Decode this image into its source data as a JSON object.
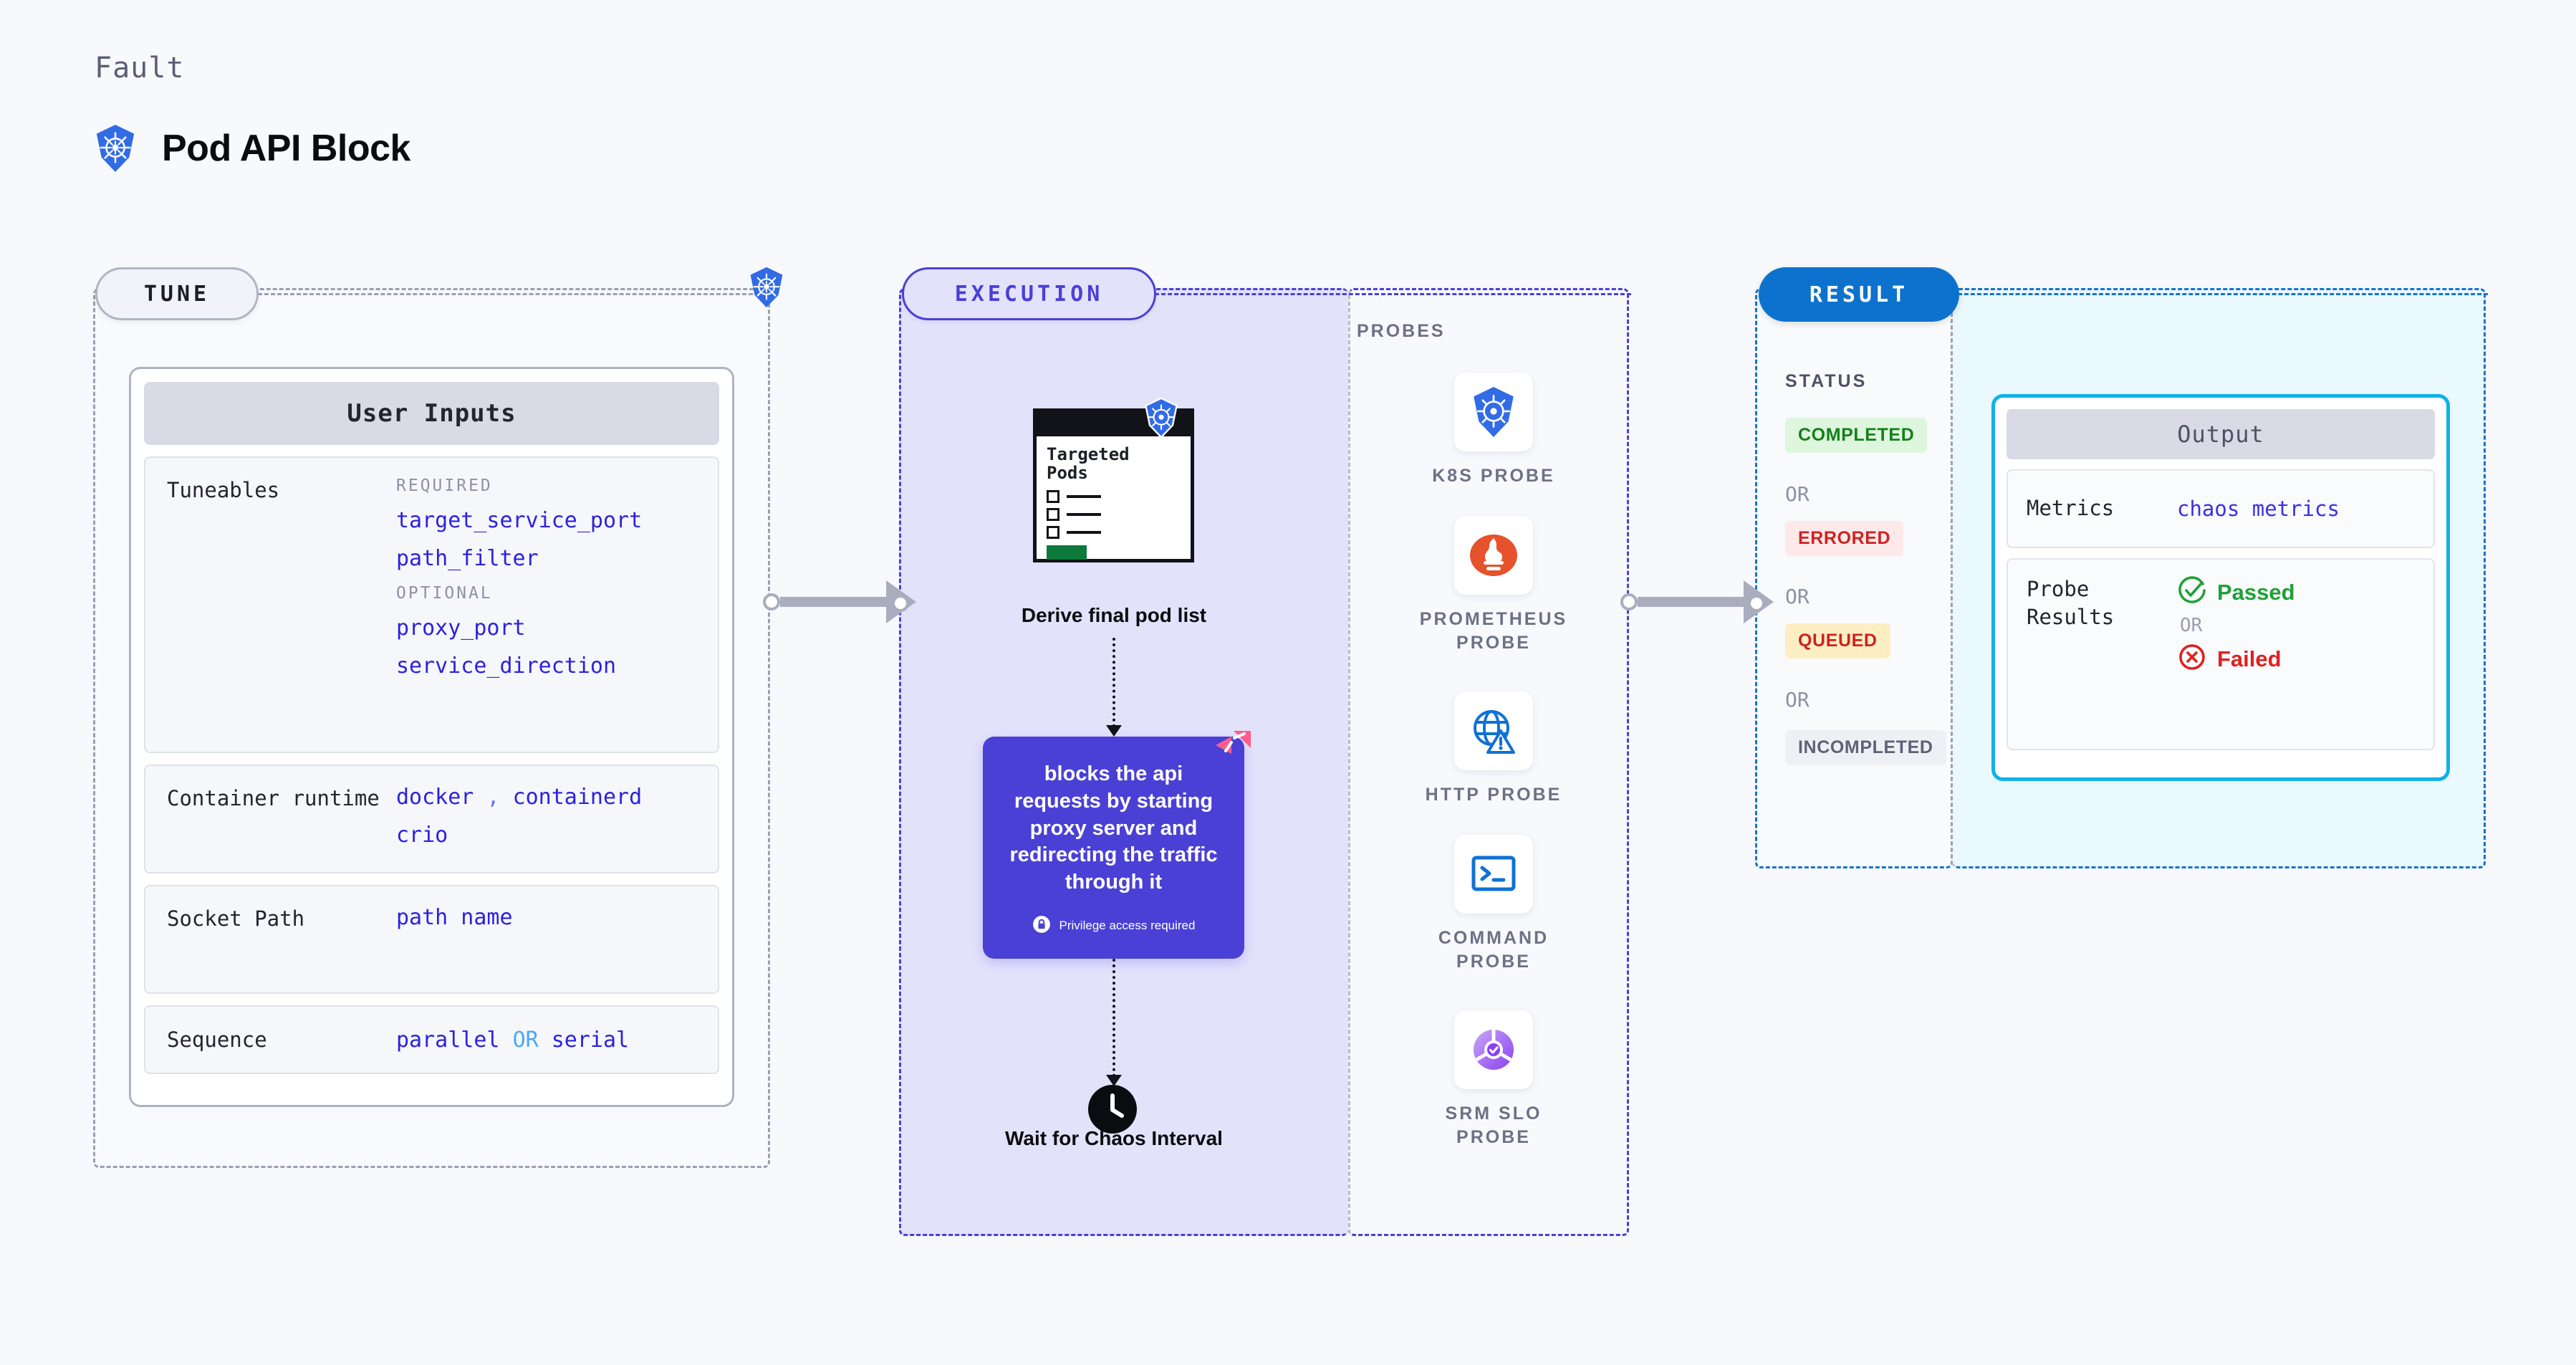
{
  "header": {
    "eyebrow": "Fault",
    "title": "Pod API Block",
    "icon": "kubernetes-icon"
  },
  "tune": {
    "pill_label": "TUNE",
    "badge_icon": "kubernetes-icon",
    "card_title": "User Inputs",
    "sections": [
      {
        "label": "Tuneables",
        "groups": [
          {
            "title": "REQUIRED",
            "values": [
              "target_service_port",
              "path_filter"
            ]
          },
          {
            "title": "OPTIONAL",
            "values": [
              "proxy_port",
              "service_direction"
            ]
          }
        ]
      },
      {
        "label": "Container runtime",
        "values_line1": "docker",
        "separator": ",",
        "values_line1b": "containerd",
        "values_line2": "crio"
      },
      {
        "label": "Socket Path",
        "value": "path name"
      },
      {
        "label": "Sequence",
        "value_a": "parallel",
        "or": "OR",
        "value_b": "serial"
      }
    ]
  },
  "execution": {
    "pill_label": "EXECUTION",
    "pods_card": {
      "title": "Targeted Pods",
      "badge_icon": "kubernetes-icon"
    },
    "step1_label": "Derive final pod list",
    "action_card": {
      "text": "blocks the api requests by starting proxy server and redirecting the traffic through it",
      "privilege_note": "Privilege access required",
      "privilege_icon": "lock-icon",
      "brand_icon": "harness-logo",
      "color": "#4a40d6"
    },
    "step2_label": "Wait for Chaos Interval",
    "step2_icon": "clock-icon"
  },
  "probes": {
    "title": "PROBES",
    "items": [
      {
        "name": "K8S PROBE",
        "icon": "kubernetes-icon"
      },
      {
        "name": "PROMETHEUS PROBE",
        "icon": "prometheus-icon"
      },
      {
        "name": "HTTP PROBE",
        "icon": "http-globe-warning-icon"
      },
      {
        "name": "COMMAND PROBE",
        "icon": "terminal-icon"
      },
      {
        "name": "SRM SLO PROBE",
        "icon": "srm-slo-icon"
      }
    ]
  },
  "result": {
    "pill_label": "RESULT",
    "status_title": "STATUS",
    "or_label": "OR",
    "badges": [
      {
        "label": "COMPLETED",
        "bg": "#ddf6dd",
        "fg": "#14801a"
      },
      {
        "label": "ERRORED",
        "bg": "#fde9e9",
        "fg": "#cd2222"
      },
      {
        "label": "QUEUED",
        "bg": "#fdeec3",
        "fg": "#cd2222"
      },
      {
        "label": "INCOMPLETED",
        "bg": "#eef0f5",
        "fg": "#5e6275"
      }
    ],
    "output": {
      "title": "Output",
      "metrics_label": "Metrics",
      "metrics_value": "chaos metrics",
      "probe_results_label": "Probe Results",
      "passed_label": "Passed",
      "or_label": "OR",
      "failed_label": "Failed",
      "passed_icon": "check-circle-icon",
      "failed_icon": "x-circle-icon"
    }
  },
  "colors": {
    "background": "#f7f9fc",
    "tune_border": "#9aa0b4",
    "execution_accent": "#4a40d6",
    "result_accent": "#1773cf",
    "output_border": "#11b1e8",
    "value_blue": "#2c21e0"
  }
}
